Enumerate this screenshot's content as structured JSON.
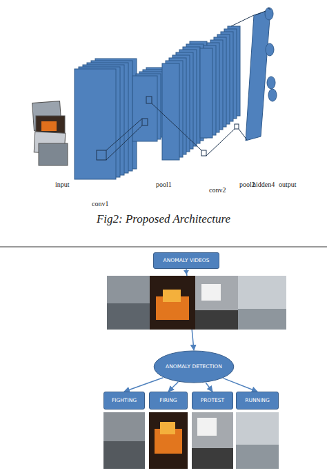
{
  "diagram": {
    "caption": "Fig2: Proposed Architecture",
    "nodes": [
      {
        "text": [
          "ANOMALY VIDEOS"
        ]
      },
      {
        "text": [
          "ANOMALY DETECTION"
        ]
      },
      {
        "text": [
          "FIGHTING"
        ]
      },
      {
        "text": [
          "FIRING"
        ]
      },
      {
        "text": [
          "PROTEST"
        ]
      },
      {
        "text": [
          "RUNNING"
        ]
      }
    ],
    "edges": [
      {
        "from": 0,
        "to": 1,
        "arrow": "to"
      },
      {
        "from": 1,
        "to": 2,
        "arrow": "to"
      },
      {
        "from": 1,
        "to": 3,
        "arrow": "to"
      },
      {
        "from": 1,
        "to": 4,
        "arrow": "to"
      },
      {
        "from": 1,
        "to": 5,
        "arrow": "to"
      }
    ],
    "labels": [
      "input",
      "conv1",
      "pool1",
      "conv2",
      "pool2",
      "hidden4",
      "output"
    ]
  }
}
